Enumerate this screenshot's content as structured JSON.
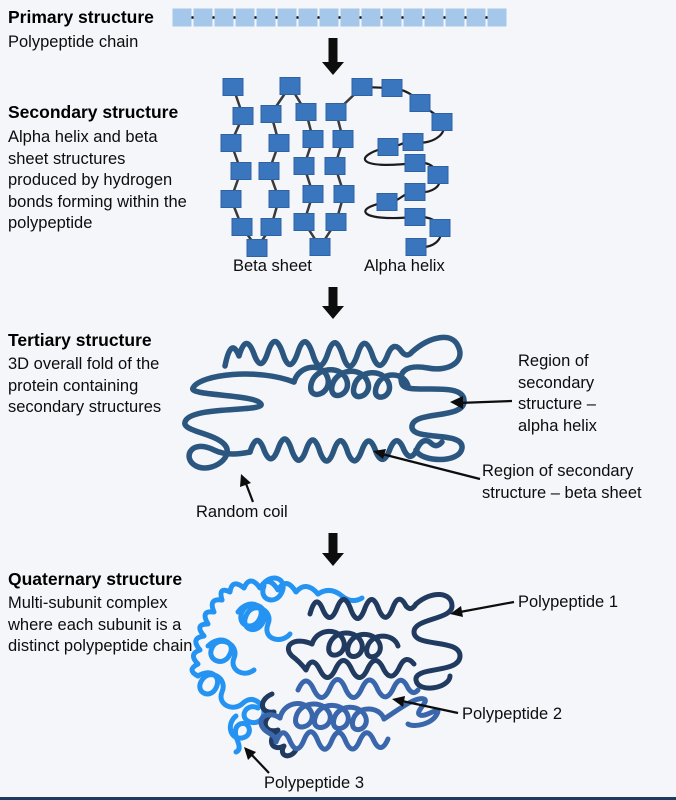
{
  "page": {
    "background": "#f4f6fa"
  },
  "sections": {
    "primary": {
      "title": "Primary structure",
      "subtitle": "Polypeptide chain"
    },
    "secondary": {
      "title": "Secondary structure",
      "description": "Alpha helix and beta sheet structures produced by hydrogen bonds forming within the polypeptide",
      "beta_label": "Beta sheet",
      "alpha_label": "Alpha helix"
    },
    "tertiary": {
      "title": "Tertiary structure",
      "description": "3D overall fold of the protein containing secondary structures",
      "labels": {
        "alpha_region": "Region of secondary structure – alpha helix",
        "beta_region": "Region of secondary structure – beta sheet",
        "random_coil": "Random coil"
      }
    },
    "quaternary": {
      "title": "Quaternary structure",
      "description": "Multi-subunit complex where each subunit is a distinct polypeptide chain",
      "labels": {
        "polypeptide1": "Polypeptide 1",
        "polypeptide2": "Polypeptide 2",
        "polypeptide3": "Polypeptide 3"
      }
    }
  },
  "colors": {
    "background": "#f4f6fa",
    "primary_square": "#a5c7e9",
    "secondary_square": "#3a76be",
    "square_border": "#2e62a5",
    "connector": "#3a3a3a",
    "tertiary_line": "#2b567f",
    "polypeptide1": "#213a60",
    "polypeptide2": "#3a66ab",
    "polypeptide3": "#2493f2",
    "black": "#0d0d0d",
    "bottom_strip": "#1f3a5f"
  }
}
